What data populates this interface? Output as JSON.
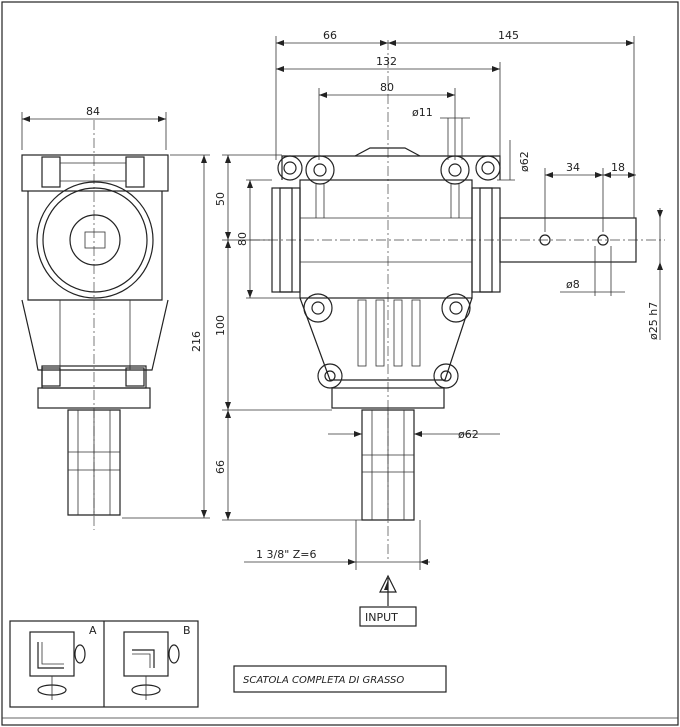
{
  "dimensions": {
    "d66_top": "66",
    "d145": "145",
    "d132": "132",
    "d80_top": "80",
    "d11": "ø11",
    "d62_right": "ø62",
    "d34": "34",
    "d18": "18",
    "d84": "84",
    "d50": "50",
    "d80_left": "80",
    "d100": "100",
    "d216": "216",
    "d66_left": "66",
    "d8": "ø8",
    "d25h7": "ø25 h7",
    "d62_bottom": "ø62",
    "spline": "1 3/8\" Z=6"
  },
  "labels": {
    "input": "INPUT",
    "note": "SCATOLA COMPLETA DI GRASSO",
    "option_a": "A",
    "option_b": "B"
  }
}
